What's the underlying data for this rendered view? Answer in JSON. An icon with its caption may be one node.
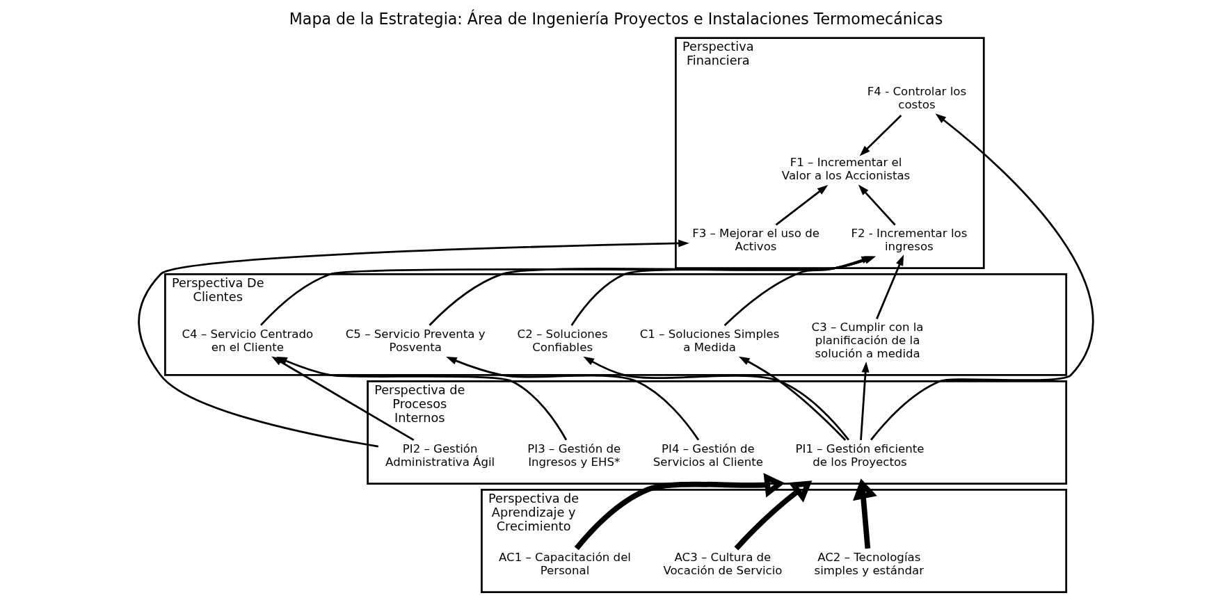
{
  "diagram": {
    "title": "Mapa de la Estrategia: Área de Ingeniería Proyectos e Instalaciones Termomecánicas",
    "nodes": [
      {
        "text": [
          "Perspectiva Financiera"
        ]
      },
      {
        "text": [
          "F1 – Incrementar el Valor a los Accionistas"
        ],
        "in": 0
      },
      {
        "text": [
          "F2 - Incrementar los ingresos"
        ],
        "in": 0
      },
      {
        "text": [
          "F3 – Mejorar el uso de Activos"
        ],
        "in": 0
      },
      {
        "text": [
          "F4 - Controlar los costos"
        ],
        "in": 0
      },
      {
        "text": [
          "Perspectiva De Clientes"
        ]
      },
      {
        "text": [
          "C1 – Soluciones Simples a Medida"
        ],
        "in": 5
      },
      {
        "text": [
          "C2 – Soluciones Confiables"
        ],
        "in": 5
      },
      {
        "text": [
          "C3 – Cumplir con la planificación de la solución a medida"
        ],
        "in": 5
      },
      {
        "text": [
          "C4 – Servicio Centrado en el Cliente"
        ],
        "in": 5
      },
      {
        "text": [
          "C5 – Servicio Preventa y Posventa"
        ],
        "in": 5
      },
      {
        "text": [
          "Perspectiva de Procesos Internos"
        ]
      },
      {
        "text": [
          "PI1 – Gestión eficiente de los Proyectos"
        ],
        "in": 11
      },
      {
        "text": [
          "PI2 – Gestión Administrativa Ágil"
        ],
        "in": 11
      },
      {
        "text": [
          "PI3 – Gestión de Ingresos y EHS*"
        ],
        "in": 11
      },
      {
        "text": [
          "PI4 – Gestión de Servicios al Cliente"
        ],
        "in": 11
      },
      {
        "text": [
          "Perspectiva de Aprendizaje y Crecimiento"
        ]
      },
      {
        "text": [
          "AC1 – Capacitación del Personal"
        ],
        "in": 16
      },
      {
        "text": [
          "AC2 – Tecnologías simples y estándar"
        ],
        "in": 16
      },
      {
        "text": [
          "AC3 – Cultura de Vocación de Servicio"
        ],
        "in": 16
      }
    ],
    "edges": [
      {
        "from": 2,
        "to": 1,
        "arrow": "to"
      },
      {
        "from": 3,
        "to": 1,
        "arrow": "to"
      },
      {
        "from": 4,
        "to": 1,
        "arrow": "to"
      },
      {
        "from": 6,
        "to": 2,
        "arrow": "to"
      },
      {
        "from": 7,
        "to": 2,
        "arrow": "to"
      },
      {
        "from": 8,
        "to": 2,
        "arrow": "to"
      },
      {
        "from": 9,
        "to": 2,
        "arrow": "to"
      },
      {
        "from": 10,
        "to": 2,
        "arrow": "to"
      },
      {
        "from": 12,
        "to": 6,
        "arrow": "to"
      },
      {
        "from": 12,
        "to": 7,
        "arrow": "to"
      },
      {
        "from": 12,
        "to": 8,
        "arrow": "to"
      },
      {
        "from": 13,
        "to": 9,
        "arrow": "to"
      },
      {
        "from": 14,
        "to": 9,
        "arrow": "to"
      },
      {
        "from": 15,
        "to": 10,
        "arrow": "to"
      },
      {
        "from": 12,
        "to": 4,
        "arrow": "to"
      },
      {
        "from": 13,
        "to": 3,
        "arrow": "to"
      },
      {
        "from": 17,
        "to": 11,
        "arrow": "to",
        "style": "thick"
      },
      {
        "from": 18,
        "to": 11,
        "arrow": "to",
        "style": "thick"
      },
      {
        "from": 19,
        "to": 11,
        "arrow": "to",
        "style": "thick"
      }
    ]
  }
}
